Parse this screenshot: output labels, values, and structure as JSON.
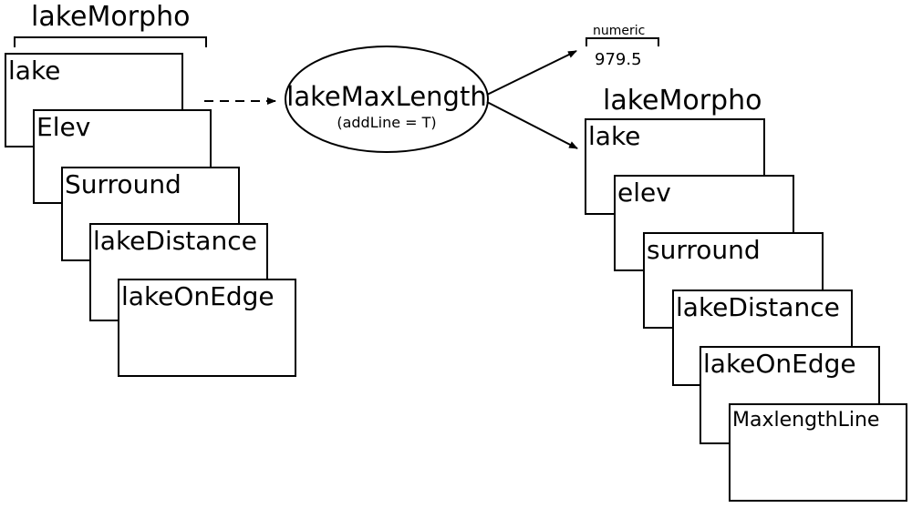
{
  "input": {
    "title": "lakeMorpho",
    "layers": [
      "lake",
      "Elev",
      "Surround",
      "lakeDistance",
      "lakeOnEdge"
    ]
  },
  "function": {
    "name": "lakeMaxLength",
    "args": "(addLine = T)"
  },
  "output_numeric": {
    "type": "numeric",
    "value": "979.5"
  },
  "output": {
    "title": "lakeMorpho",
    "layers": [
      "lake",
      "elev",
      "surround",
      "lakeDistance",
      "lakeOnEdge",
      "MaxlengthLine"
    ]
  }
}
